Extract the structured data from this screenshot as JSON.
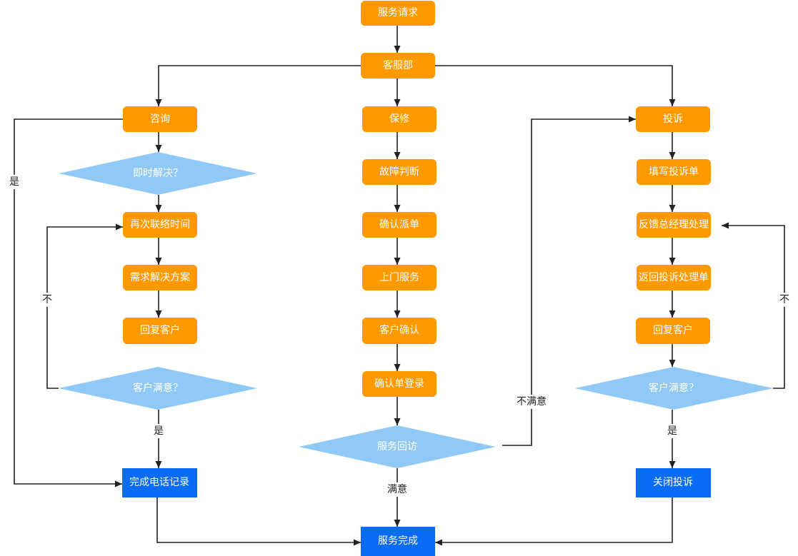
{
  "colors": {
    "process_fill": "#FF9900",
    "decision_fill": "#90C8F6",
    "terminal_fill": "#0A6CF4",
    "connector": "#222222",
    "node_text": "#FFFFFF",
    "edge_label_text": "#222222"
  },
  "flow": {
    "start": "服务请求",
    "dispatcher": "客服部",
    "consult": {
      "title": "咨询",
      "decision": "即时解决？",
      "steps": [
        "再次联络时间",
        "需求解决方案",
        "回复客户"
      ],
      "satisfaction": "客户满意？",
      "end": "完成电话记录"
    },
    "repair": {
      "title": "保修",
      "steps": [
        "故障判断",
        "确认派单",
        "上门服务",
        "客户确认",
        "确认单登录"
      ],
      "decision": "服务回访"
    },
    "complaint": {
      "title": "投诉",
      "steps": [
        "填写投诉单",
        "反馈总经理处理",
        "返回投诉处理单",
        "回复客户"
      ],
      "satisfaction": "客户满意？",
      "end": "关闭投诉"
    },
    "finish": "服务完成"
  },
  "edge_labels": {
    "consult_resolved_yes": "是",
    "consult_not_satisfied": "不",
    "consult_satisfied_yes": "是",
    "followup_not_satisfied": "不满意",
    "followup_satisfied": "满意",
    "complaint_not_satisfied": "不",
    "complaint_satisfied_yes": "是"
  }
}
